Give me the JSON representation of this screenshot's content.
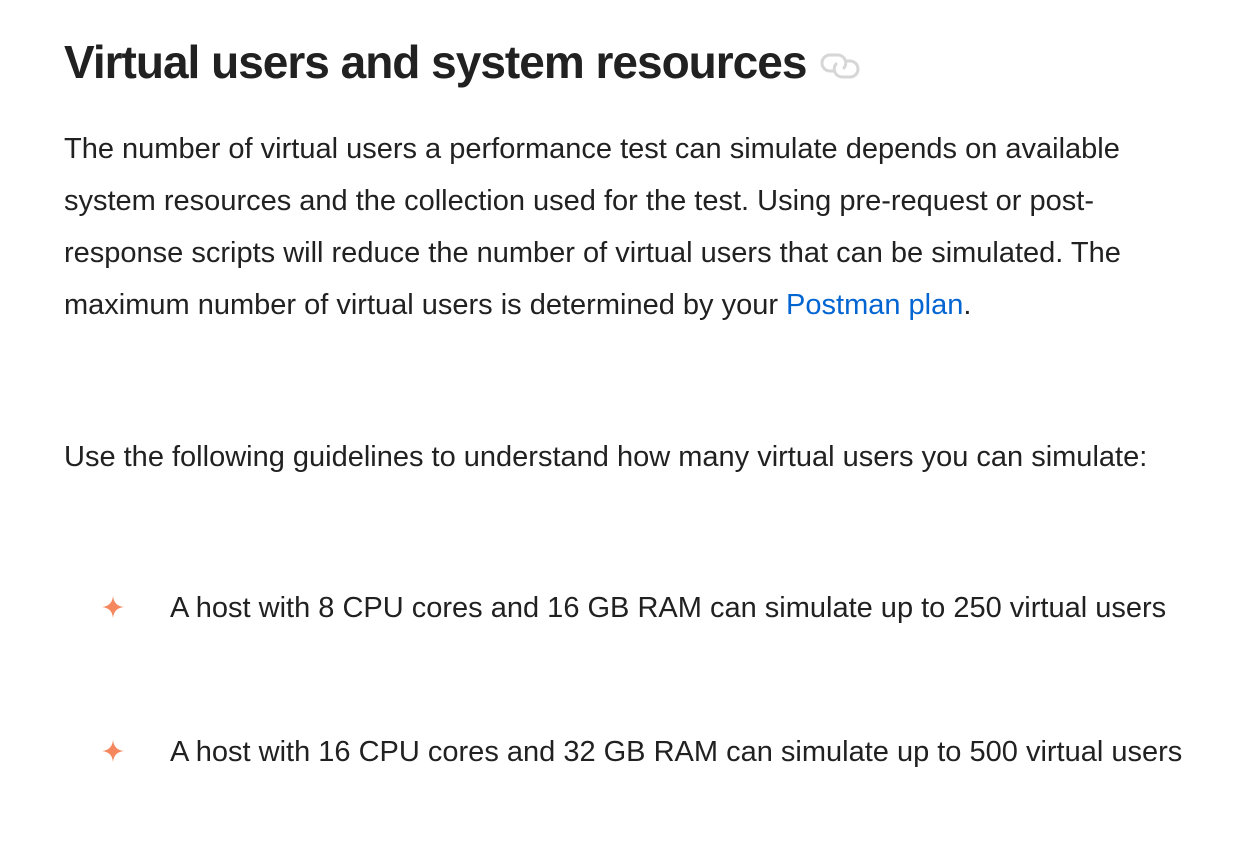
{
  "heading": "Virtual users and system resources",
  "paragraph1": {
    "text_before": "The number of virtual users a performance test can simulate depends on available system resources and the collection used for the test. Using pre-request or post-response scripts will reduce the number of virtual users that can be simulated. The maximum number of virtual users is determined by your ",
    "link": "Postman plan",
    "text_after": "."
  },
  "paragraph2": "Use the following guidelines to understand how many virtual users you can simulate:",
  "list": [
    "A host with 8 CPU cores and 16 GB RAM can simulate up to 250 virtual users",
    "A host with 16 CPU cores and 32 GB RAM can simulate up to 500 virtual users"
  ],
  "colors": {
    "link": "#0265d2",
    "bullet": "#f4875e",
    "text": "#212121"
  }
}
